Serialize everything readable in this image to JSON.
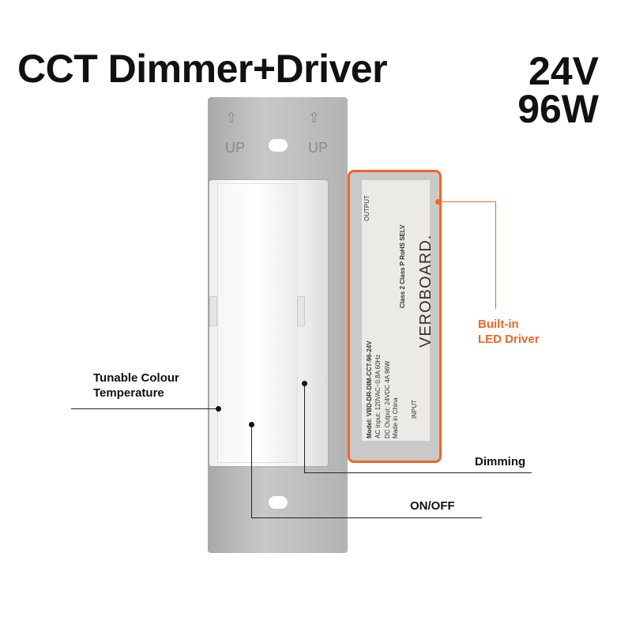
{
  "title": "CCT Dimmer+Driver",
  "specs": {
    "voltage": "24V",
    "wattage": "96W"
  },
  "plate": {
    "up_label": "UP"
  },
  "driver_label": {
    "brand": "VEROBOARD.",
    "model": "Model: VBD-DR-DIM-CCT-96-24V",
    "ac_input": "AC Input: 120VAC~0.8A 60Hz",
    "dc_output": "DC Output: 24VDC 4A 96W",
    "made_in": "Made in China",
    "classes": "Class 2  Class P  RoHS  SELV",
    "output": "OUTPUT",
    "input": "INPUT"
  },
  "callouts": {
    "driver": [
      "Built-in",
      "LED Driver"
    ],
    "tunable": [
      "Tunable Colour",
      "Temperature"
    ],
    "dimming": "Dimming",
    "onoff": "ON/OFF"
  },
  "colors": {
    "accent": "#f26522"
  }
}
